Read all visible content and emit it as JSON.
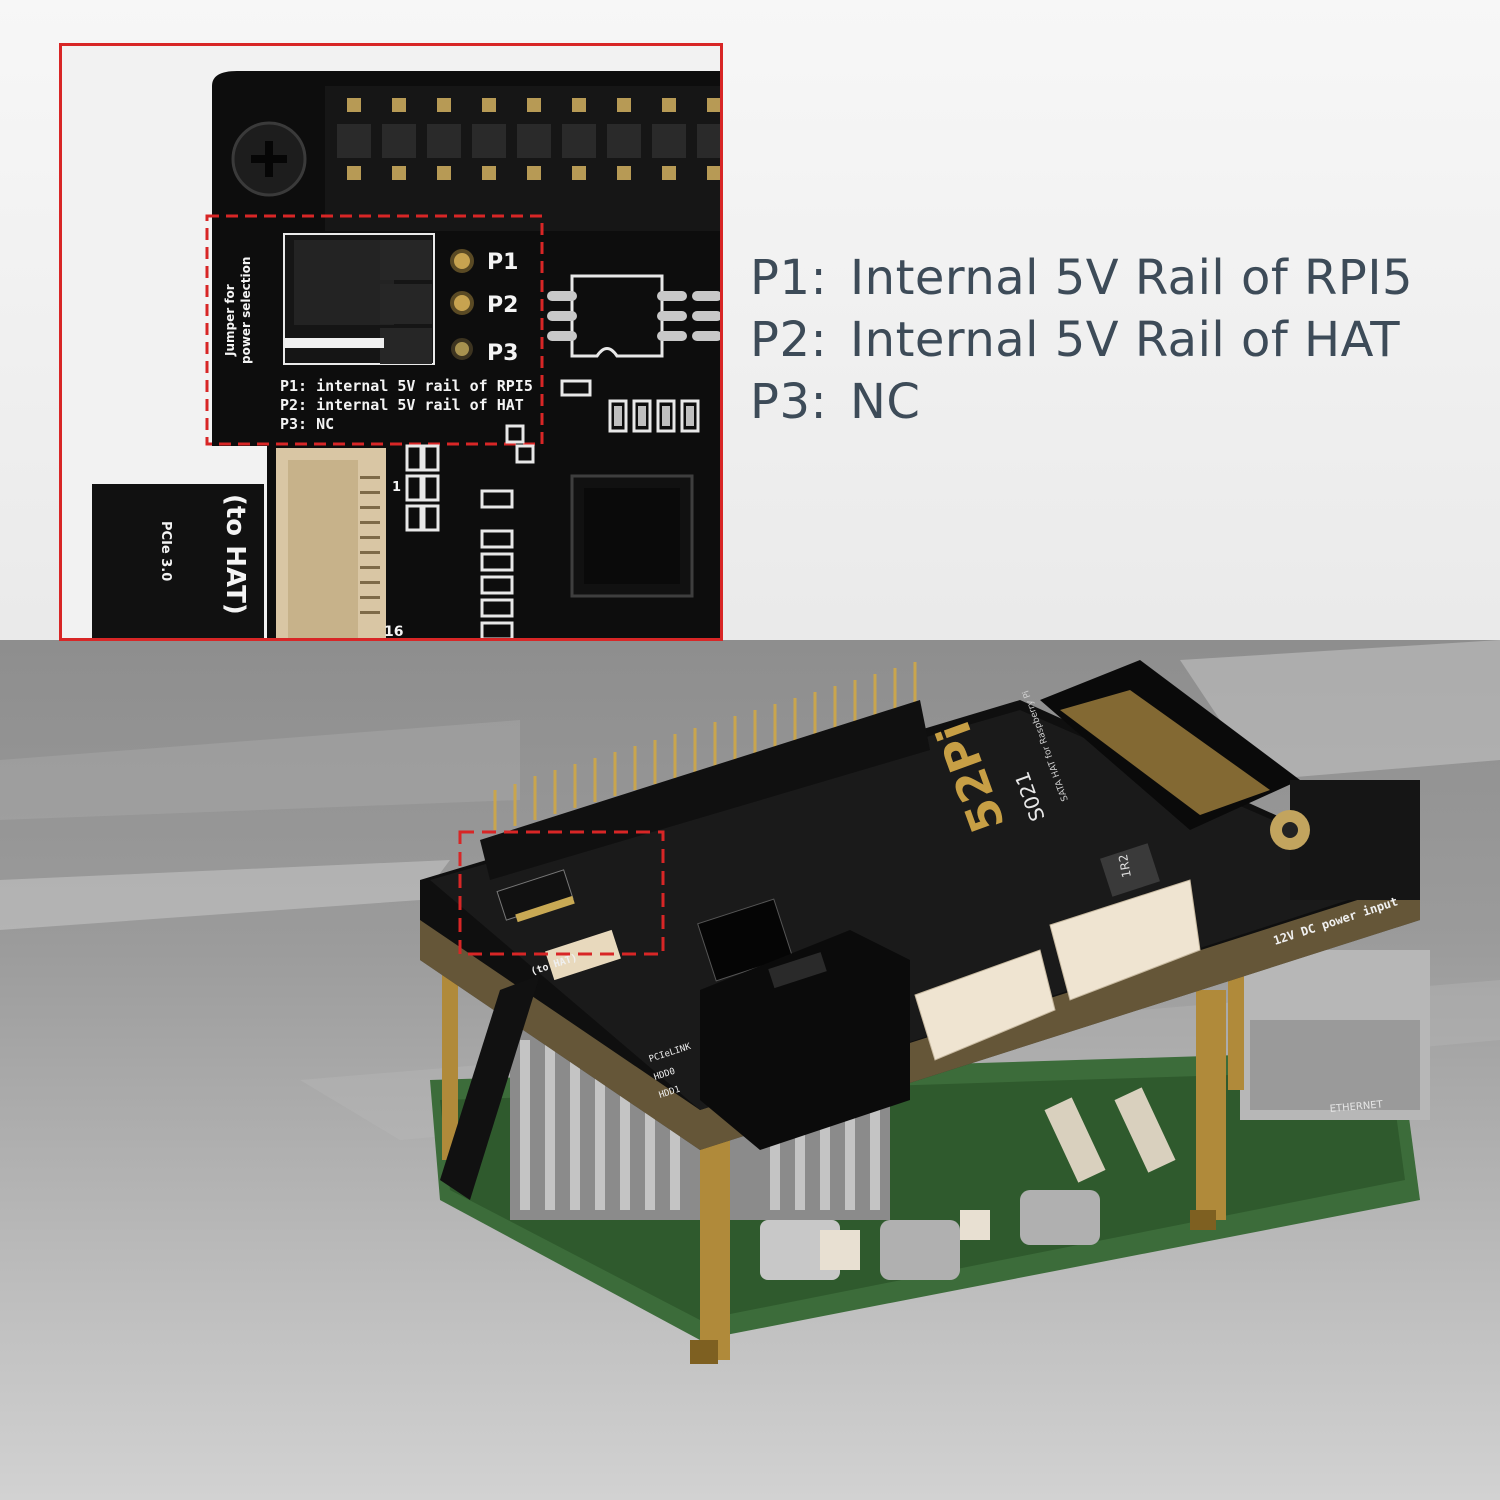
{
  "legend": {
    "lines": [
      {
        "key": "P1:",
        "text": "Internal 5V Rail of RPI5"
      },
      {
        "key": "P2:",
        "text": "Internal 5V Rail of HAT"
      },
      {
        "key": "P3:",
        "text": "NC"
      }
    ]
  },
  "inset": {
    "pin_labels": [
      "P1",
      "P2",
      "P3"
    ],
    "jumper_caption": [
      "Jumper for",
      "power selection"
    ],
    "notes": [
      "P1: internal 5V rail of RPI5",
      "P2: internal 5V rail of HAT",
      "P3: NC"
    ],
    "cable_text": "(to HAT)",
    "cable_small": "PCIe 3.0",
    "connector_pin_number": "16",
    "connector_pin_one": "1"
  },
  "board": {
    "brand": "52Pi",
    "model": "S021",
    "subtitle": "SATA HAT for Raspberry Pi",
    "power_label": "12V DC power input",
    "ethernet_label": "ETHERNET",
    "chip_marking": "1R2",
    "cable_text": "(to HAT)",
    "led_labels": [
      "PCIeLINK",
      "HDD0",
      "HDD1"
    ]
  },
  "colors": {
    "accent": "#d82626",
    "legend_text": "#3d4b58",
    "pcb": "#111111",
    "gold": "#b08a3a"
  }
}
